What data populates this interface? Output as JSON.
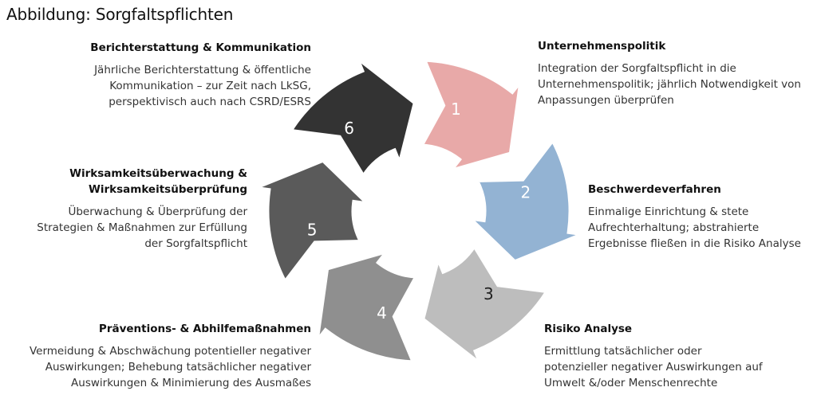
{
  "title": "Abbildung: Sorgfaltspflichten",
  "steps": [
    {
      "number": "1",
      "heading": "Unternehmenspolitik",
      "description": "Integration der Sorgfaltspflicht in die\nUnternehmenspolitik; jährlich Notwendigkeit von\nAnpassungen überprüfen",
      "color": "#E8A9A8",
      "number_color": "#ffffff"
    },
    {
      "number": "2",
      "heading": "Beschwerdeverfahren",
      "description": "Einmalige Einrichtung & stete\nAufrechterhaltung; abstrahierte\nErgebnisse fließen in die Risiko Analyse",
      "color": "#93B3D3",
      "number_color": "#ffffff"
    },
    {
      "number": "3",
      "heading": "Risiko Analyse",
      "description": "Ermittlung tatsächlicher oder\npotenzieller negativer Auswirkungen auf\nUmwelt &/oder Menschenrechte",
      "color": "#BDBDBD",
      "number_color": "#222222"
    },
    {
      "number": "4",
      "heading": "Präventions- & Abhilfemaßnahmen",
      "description": "Vermeidung & Abschwächung potentieller negativer\nAuswirkungen; Behebung tatsächlicher negativer\nAuswirkungen & Minimierung des Ausmaßes",
      "color": "#8F8F8F",
      "number_color": "#ffffff"
    },
    {
      "number": "5",
      "heading": "Wirksamkeitsüberwachung &\nWirksamkeitsüberprüfung",
      "description": "Überwachung & Überprüfung der\nStrategien & Maßnahmen zur Erfüllung\nder Sorgfaltspflicht",
      "color": "#5A5A5A",
      "number_color": "#ffffff"
    },
    {
      "number": "6",
      "heading": "Berichterstattung & Kommunikation",
      "description": "Jährliche Berichterstattung & öffentliche\nKommunikation – zur Zeit nach LkSG,\nperspektivisch auch nach CSRD/ESRS",
      "color": "#333333",
      "number_color": "#ffffff"
    }
  ]
}
